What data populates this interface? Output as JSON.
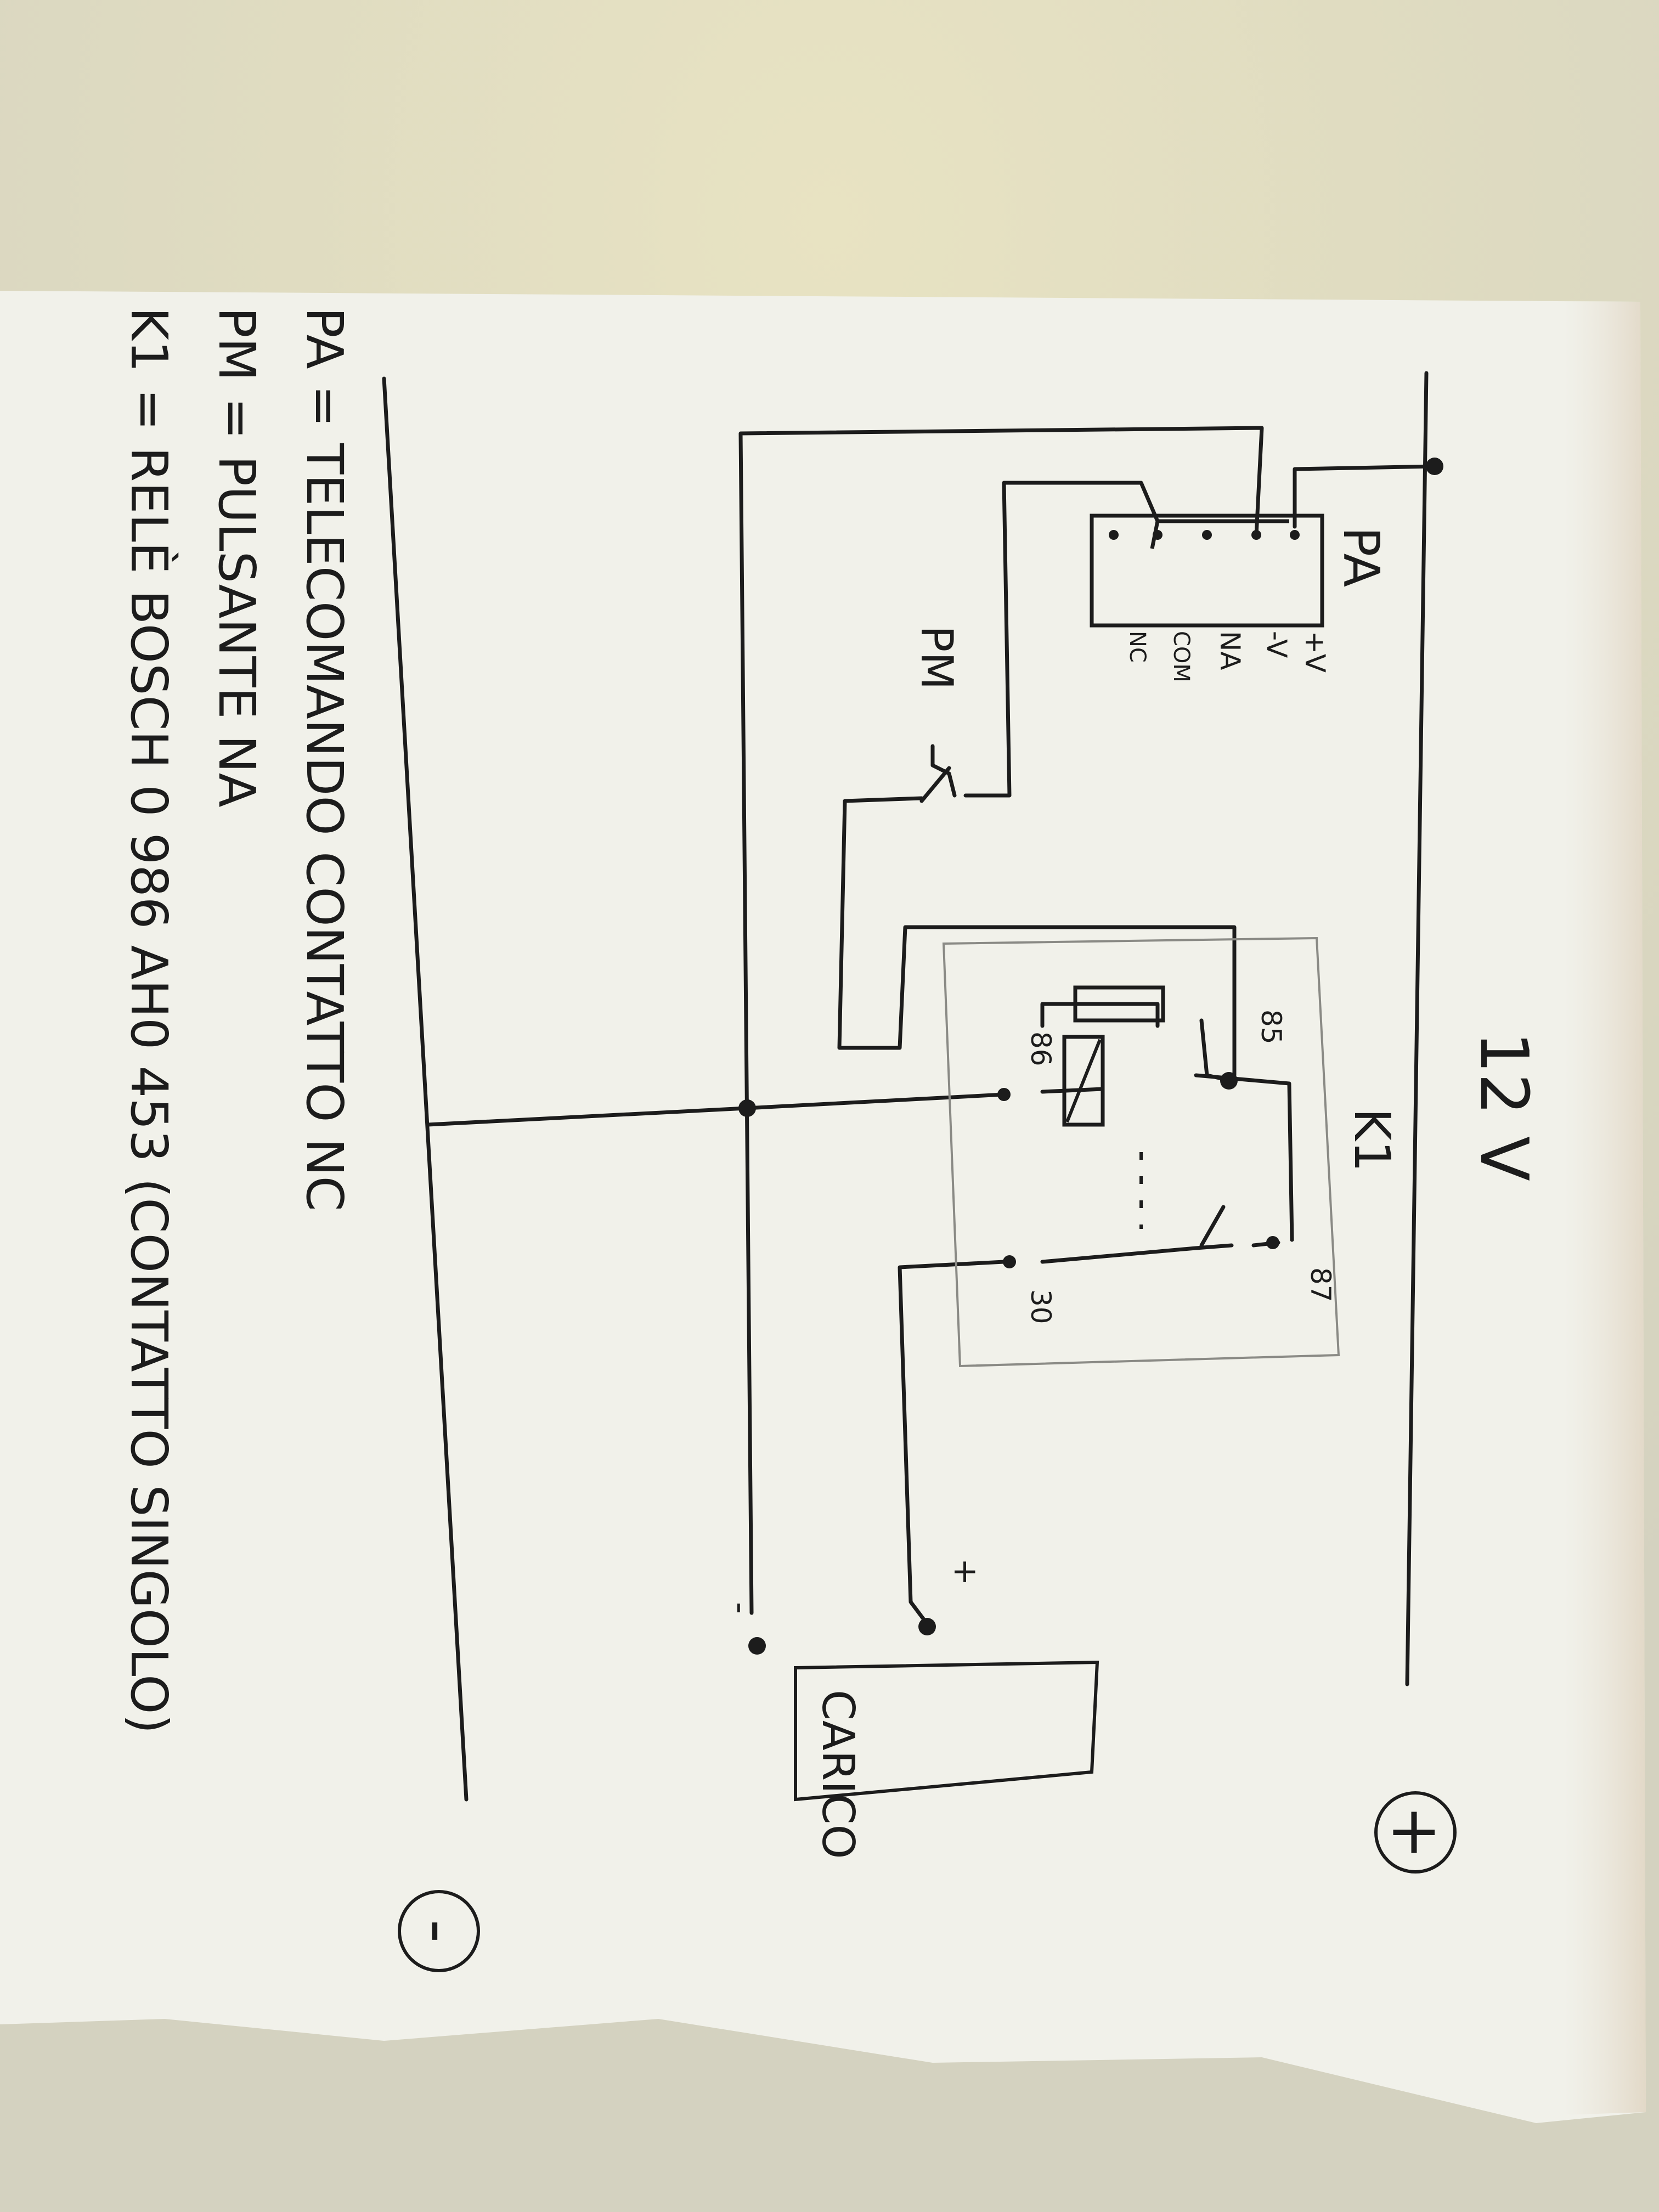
{
  "labels": {
    "voltage": "12 V",
    "plus_terminal": "+",
    "minus_terminal": "-",
    "pa": "PA",
    "pm": "PM",
    "k1": "K1",
    "load": "CARICO",
    "load_plus": "+",
    "load_minus": "-",
    "pin_plus_v": "+V",
    "pin_minus_v": "-V",
    "pin_na": "NA",
    "pin_com": "COM",
    "pin_nc": "NC",
    "relay_85": "85",
    "relay_86": "86",
    "relay_87": "87",
    "relay_30": "30"
  },
  "legend": {
    "line1": "PA = TELECOMANDO CONTATTO NC",
    "line2": "PM = PULSANTE NA",
    "line3": "K1 = RELÈ BOSCH 0 986 AH0 453 (CONTATTO SINGOLO)"
  },
  "colors": {
    "paper": "#f1f1ea",
    "ink": "#1c1c1c",
    "box_outline": "#8a8a85",
    "background": "#d9d6c5"
  }
}
